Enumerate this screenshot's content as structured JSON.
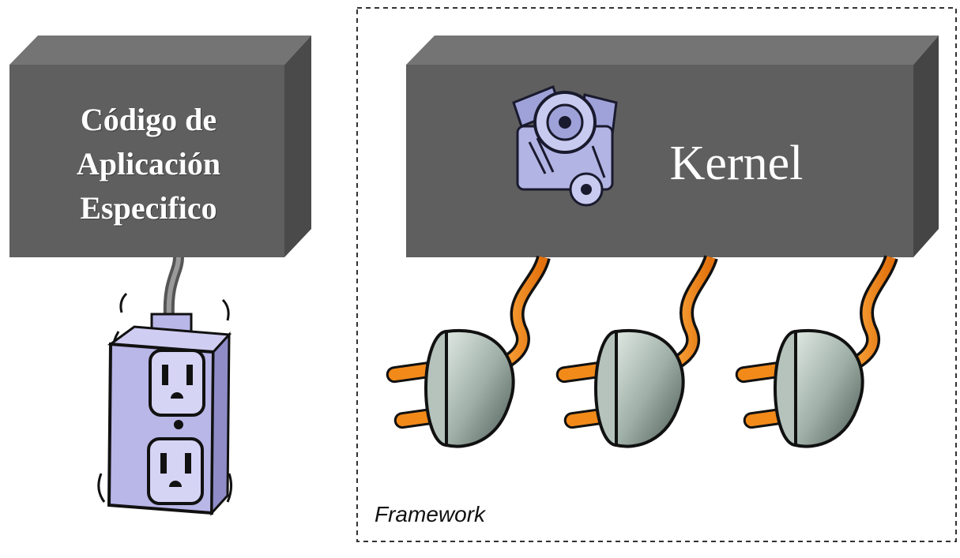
{
  "app_block": {
    "lines": [
      "Código de",
      "Aplicación",
      "Especifico"
    ]
  },
  "kernel_block": {
    "label": "Kernel"
  },
  "framework": {
    "label": "Framework"
  },
  "icons": {
    "outlet": "electrical-outlet-icon",
    "engine": "engine-icon",
    "plug": "electrical-plug-icon"
  },
  "colors": {
    "block_face": "#5f5f5f",
    "block_top": "#707070",
    "block_side": "#454545",
    "cable": "#f28a1a",
    "plug_body": "#9fb0a8",
    "outlet": "#b9b6e8"
  }
}
